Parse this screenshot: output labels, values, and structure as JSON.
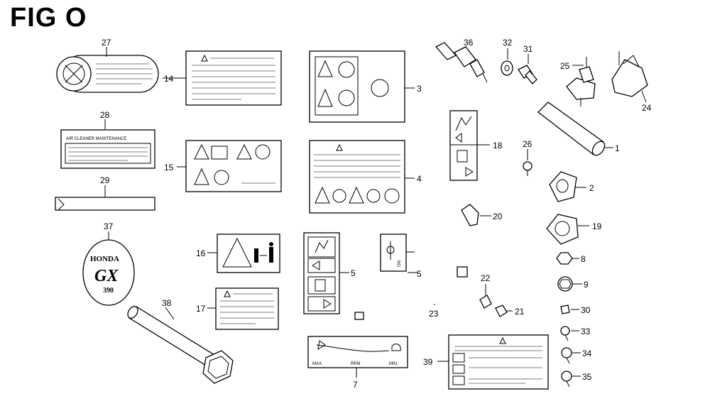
{
  "title": "FIG O",
  "labels": {
    "air_cleaner": "AIR CLEANER MAINTENANCE",
    "brand": "HONDA",
    "model": "GX",
    "model_num": "390",
    "max": "MAX.",
    "rpm": "RPM",
    "min": "MIN.",
    "switch_on": "ON"
  },
  "callouts": {
    "c1": "1",
    "c2": "2",
    "c3": "3",
    "c4": "4",
    "c5a": "5",
    "c5b": "5",
    "c7": "7",
    "c8": "8",
    "c9": "9",
    "c14": "14",
    "c15": "15",
    "c16": "16",
    "c17": "17",
    "c18": "18",
    "c19": "19",
    "c20": "20",
    "c21": "21",
    "c22": "22",
    "c23": "23",
    "c24": "24",
    "c25": "25",
    "c26": "26",
    "c27": "27",
    "c28": "28",
    "c29": "29",
    "c30": "30",
    "c31": "31",
    "c32": "32",
    "c33": "33",
    "c34": "34",
    "c35": "35",
    "c36": "36",
    "c37": "37",
    "c38": "38",
    "c39": "39"
  }
}
